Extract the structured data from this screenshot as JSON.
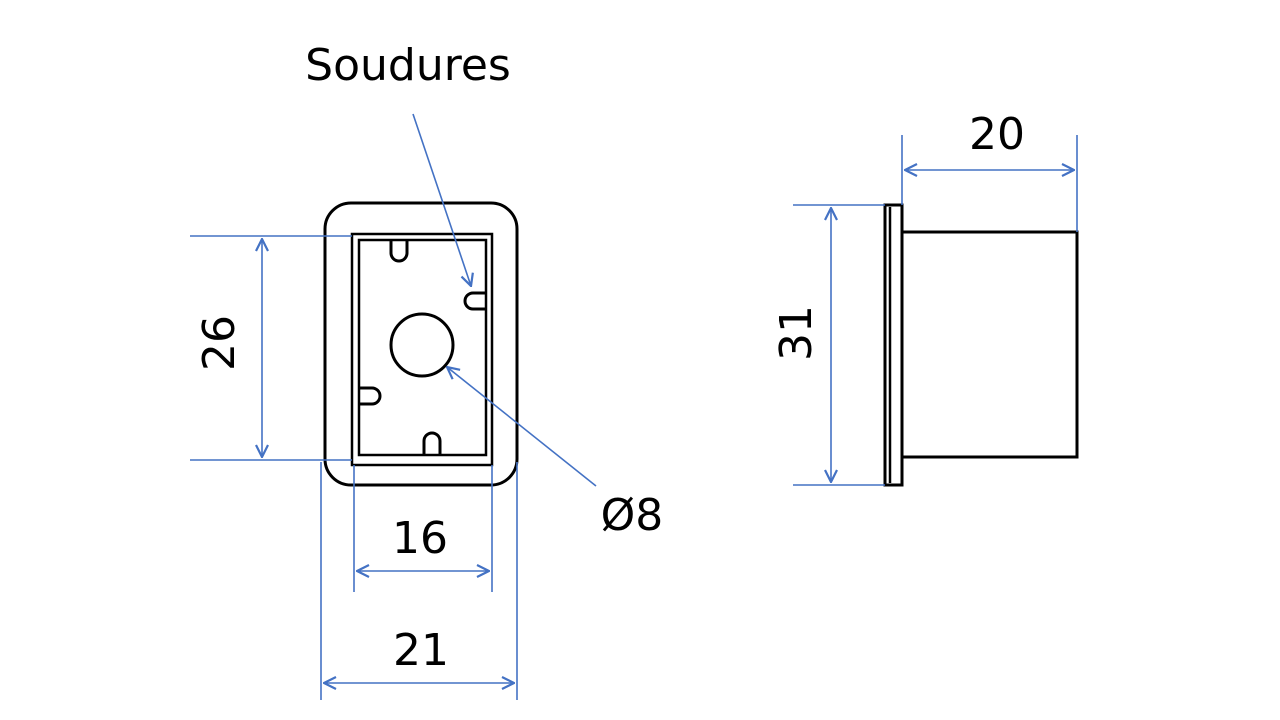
{
  "labels": {
    "welds": "Soudures",
    "inner_height": "26",
    "inner_width": "16",
    "outer_width": "21",
    "hole_diameter": "Ø8",
    "side_height": "31",
    "side_depth": "20"
  },
  "colors": {
    "dimension": "#4472c4",
    "outline": "#000000",
    "background": "#ffffff"
  }
}
